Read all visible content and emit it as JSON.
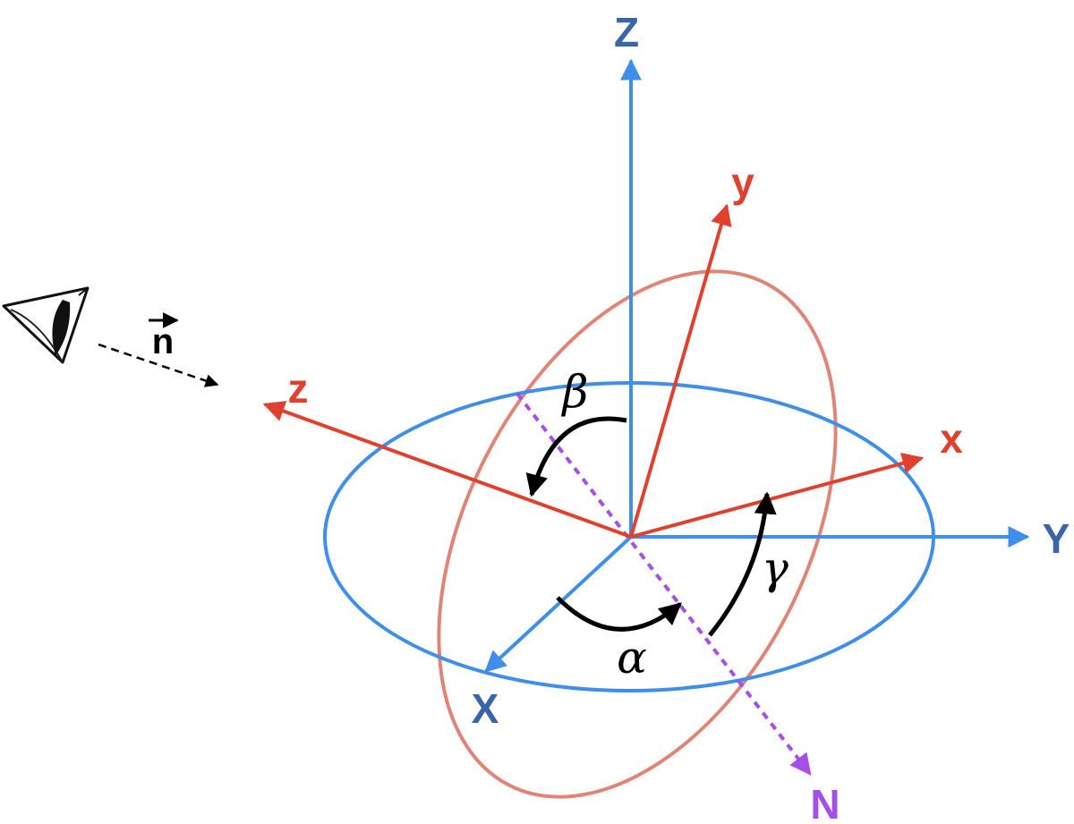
{
  "colors": {
    "fixed_frame": "#3f8fea",
    "fixed_label": "#3a66a8",
    "body_frame": "#e0412f",
    "body_ellipse": "#e08576",
    "node_line": "#a64ee8",
    "angle_arrow": "#000000",
    "view_line": "#000000"
  },
  "labels": {
    "Z": "Z",
    "Y": "Y",
    "X": "X",
    "x": "x",
    "y": "y",
    "z": "z",
    "N": "N",
    "n": "n",
    "alpha": "α",
    "beta": "β",
    "gamma": "γ"
  },
  "icons": {
    "observer": "eye-icon"
  }
}
